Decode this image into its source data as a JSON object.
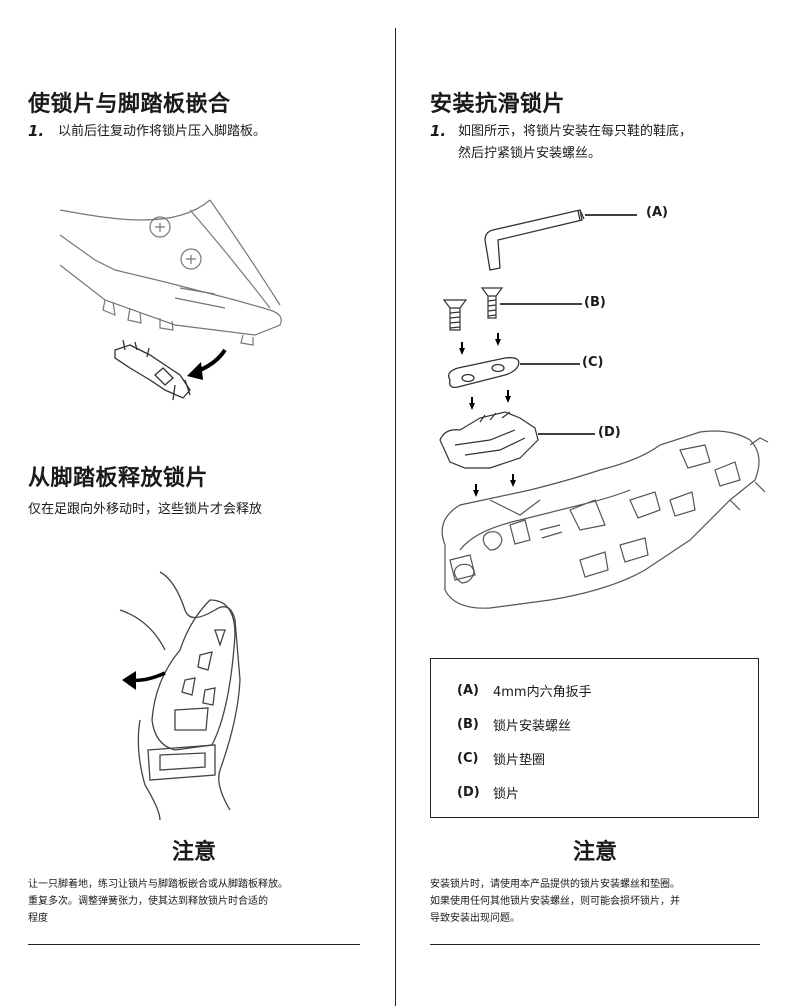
{
  "left": {
    "section1": {
      "title": "使锁片与脚踏板嵌合",
      "step_num": "1.",
      "step_text": "以前后往复动作将锁片压入脚踏板。"
    },
    "section2": {
      "title": "从脚踏板释放锁片",
      "text": "仅在足跟向外移动时，这些锁片才会释放"
    },
    "note": {
      "title": "注意",
      "lines": [
        "让一只脚着地，练习让锁片与脚踏板嵌合或从脚踏板释放。",
        "重复多次。调整弹簧张力，使其达到释放锁片时合适的",
        "程度"
      ]
    }
  },
  "right": {
    "section": {
      "title": "安装抗滑锁片",
      "step_num": "1.",
      "step_lines": [
        "如图所示，将锁片安装在每只鞋的鞋底，",
        "然后拧紧锁片安装螺丝。"
      ]
    },
    "callouts": [
      "(A)",
      "(B)",
      "(C)",
      "(D)"
    ],
    "legend": [
      {
        "letter": "(A)",
        "label": "4mm内六角扳手"
      },
      {
        "letter": "(B)",
        "label": "锁片安装螺丝"
      },
      {
        "letter": "(C)",
        "label": "锁片垫圈"
      },
      {
        "letter": "(D)",
        "label": "锁片"
      }
    ],
    "note": {
      "title": "注意",
      "lines": [
        "安装锁片时，请使用本产品提供的锁片安装螺丝和垫圈。",
        "如果使用任何其他锁片安装螺丝，则可能会损坏锁片，并",
        "导致安装出现问题。"
      ]
    }
  }
}
